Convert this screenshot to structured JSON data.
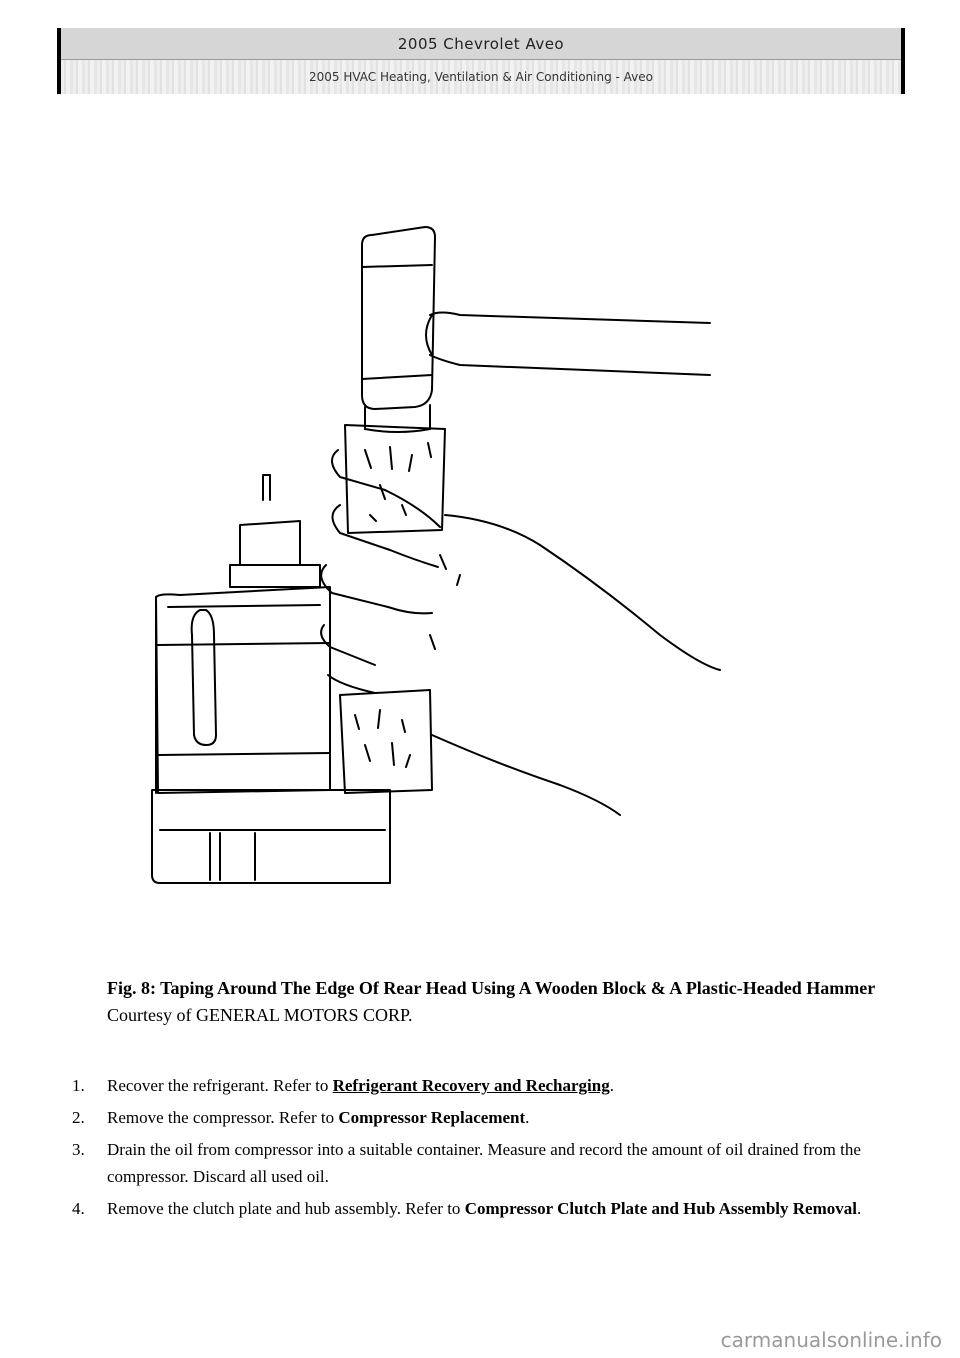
{
  "header": {
    "title": "2005 Chevrolet Aveo",
    "subtitle": "2005 HVAC Heating, Ventilation & Air Conditioning - Aveo"
  },
  "figure": {
    "title": "Fig. 8: Taping Around The Edge Of Rear Head Using A Wooden Block & A Plastic-Headed Hammer",
    "credit": "Courtesy of GENERAL MOTORS CORP."
  },
  "steps": [
    {
      "num": "1.",
      "text": "Recover the refrigerant. Refer to ",
      "link": "Refrigerant Recovery and Recharging",
      "tail": "."
    },
    {
      "num": "2.",
      "text": "Remove the compressor. Refer to ",
      "bold": "Compressor Replacement",
      "tail": "."
    },
    {
      "num": "3.",
      "text": "Drain the oil from compressor into a suitable container. Measure and record the amount of oil drained from the compressor. Discard all used oil."
    },
    {
      "num": "4.",
      "text": "Remove the clutch plate and hub assembly. Refer to ",
      "bold": "Compressor Clutch Plate and Hub Assembly Removal",
      "tail": "."
    }
  ],
  "watermark": "carmanualsonline.info"
}
